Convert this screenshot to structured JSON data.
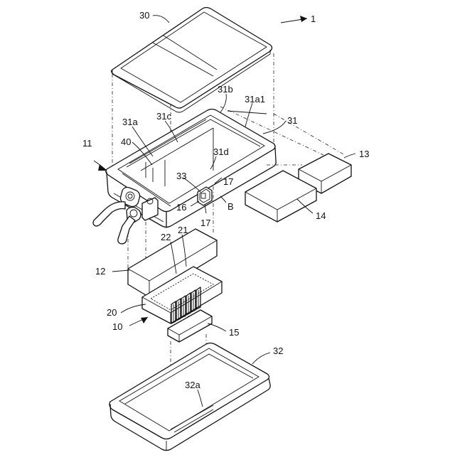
{
  "labels": {
    "l1": "1",
    "l30": "30",
    "l31b": "31b",
    "l31a1": "31a1",
    "l31": "31",
    "l31c": "31c",
    "l31a": "31a",
    "l11": "11",
    "l40": "40",
    "l31d": "31d",
    "l13": "13",
    "l33": "33",
    "l17a": "17",
    "l16": "16",
    "lB": "B",
    "l17b": "17",
    "l14": "14",
    "l22": "22",
    "l21": "21",
    "l12": "12",
    "l20": "20",
    "l10": "10",
    "l15": "15",
    "l32": "32",
    "l32a": "32a"
  }
}
